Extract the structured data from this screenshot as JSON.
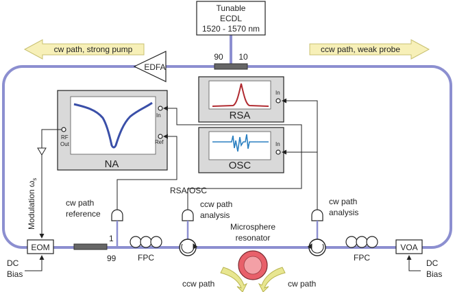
{
  "laser": {
    "line1": "Tunable",
    "line2": "ECDL",
    "line3": "1520 - 1570 nm"
  },
  "coupler_top": {
    "port_left": "90",
    "port_right": "10"
  },
  "coupler_bottom": {
    "port_top": "1",
    "port_bottom": "99"
  },
  "direction_left": "cw path, strong pump",
  "direction_right": "ccw path, weak probe",
  "amplifier": "EDFA",
  "instruments": {
    "na": {
      "title": "NA",
      "in": "In",
      "ref": "Ref",
      "rf_out_1": "RF",
      "rf_out_2": "Out"
    },
    "rsa": {
      "title": "RSA",
      "in": "In"
    },
    "osc": {
      "title": "OSC",
      "in": "In"
    }
  },
  "modulation_label": "Modulation ω",
  "modulation_subscript": "s",
  "eom": "EOM",
  "voa": "VOA",
  "fpc": "FPC",
  "dc_bias": {
    "line1": "DC",
    "line2": "Bias"
  },
  "paths": {
    "cw_ref_1": "cw path",
    "cw_ref_2": "reference",
    "rsa_osc": "RSA/OSC",
    "ccw_an_1": "ccw path",
    "ccw_an_2": "analysis",
    "cw_an_1": "cw path",
    "cw_an_2": "analysis"
  },
  "resonator": {
    "line1": "Microsphere",
    "line2": "resonator"
  },
  "bottom_ccw": "ccw path",
  "bottom_cw": "cw path",
  "colors": {
    "fiber": "#8c8fd0",
    "arrow_fill": "#f7f0b8",
    "arrow_stroke": "#c8c070",
    "panel": "#d9d9d9",
    "screen": "#ffffff",
    "na_trace": "#3a4fa8",
    "rsa_trace": "#b02a30",
    "osc_trace": "#2a7fc0",
    "resonator_fill": "#e8606a",
    "resonator_core": "#f3a0a6",
    "resonator_arrow": "#e8e690"
  }
}
